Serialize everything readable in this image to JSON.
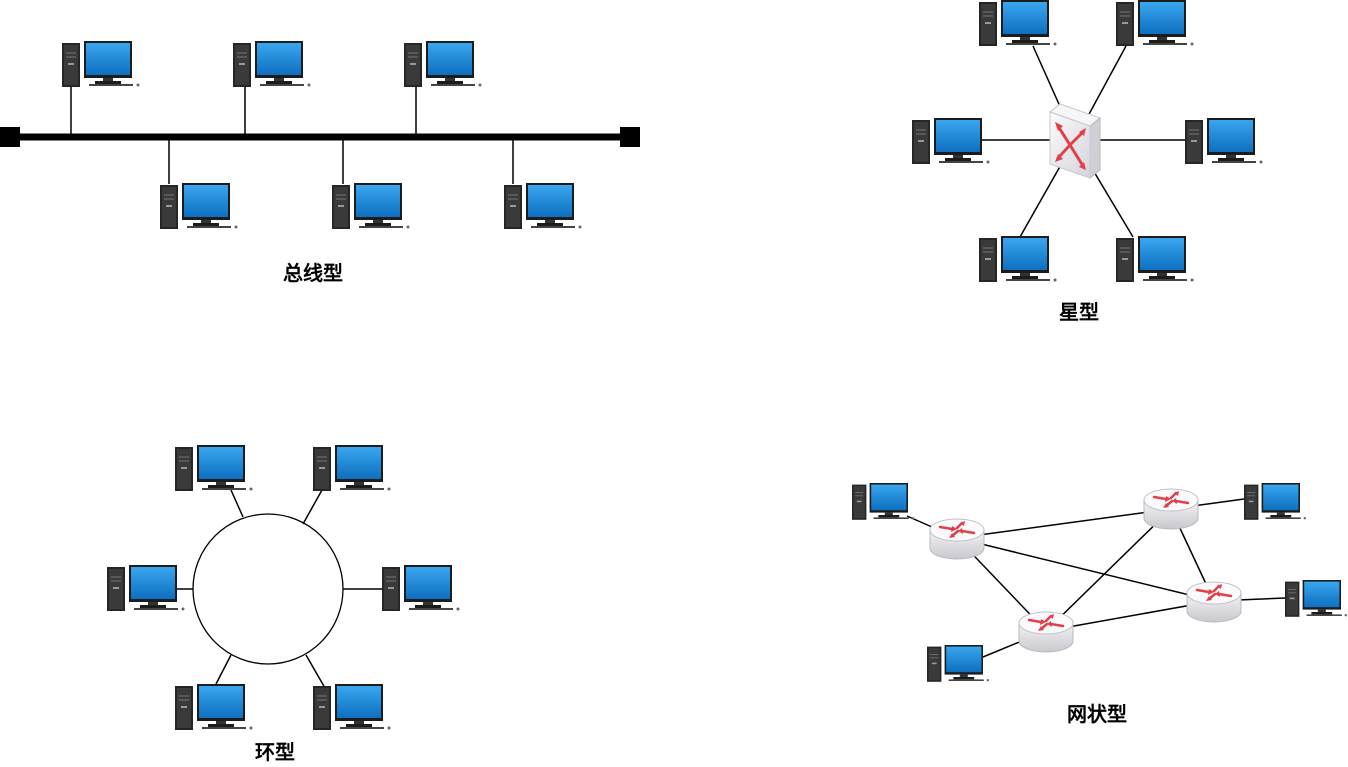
{
  "labels": {
    "bus": "总线型",
    "star": "星型",
    "ring": "环型",
    "mesh": "网状型"
  },
  "icons": {
    "computer": "desktop-computer-icon",
    "switch": "switch-icon",
    "router": "router-icon"
  },
  "colors": {
    "screen": "#1a86d6",
    "tower": "#2a2a2a",
    "line": "#000000",
    "router_arrow": "#e0404a",
    "device_body": "#e8e8ec"
  }
}
